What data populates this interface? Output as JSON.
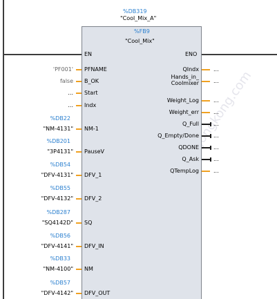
{
  "instance": {
    "db": "%DB319",
    "name": "\"Cool_Mix_A\""
  },
  "block": {
    "fb": "%FB9",
    "name": "\"Cool_Mix\""
  },
  "ports": {
    "en": "EN",
    "eno": "ENO"
  },
  "inputs": [
    {
      "pin": "PFNAME",
      "value": "'PF001'",
      "db": "",
      "style": "gray"
    },
    {
      "pin": "B_OK",
      "value": "false",
      "db": "",
      "style": "gray"
    },
    {
      "pin": "Start",
      "value": "...",
      "db": "",
      "style": "plain"
    },
    {
      "pin": "Indx",
      "value": "...",
      "db": "",
      "style": "plain"
    },
    {
      "pin": "NM-1",
      "value": "\"NM-4131\"",
      "db": "%DB22",
      "style": "plain"
    },
    {
      "pin": "PauseV",
      "value": "\"3P4131\"",
      "db": "%DB201",
      "style": "plain"
    },
    {
      "pin": "DFV_1",
      "value": "\"DFV-4131\"",
      "db": "%DB54",
      "style": "plain"
    },
    {
      "pin": "DFV_2",
      "value": "\"DFV-4132\"",
      "db": "%DB55",
      "style": "plain"
    },
    {
      "pin": "SQ",
      "value": "\"SQ4142D\"",
      "db": "%DB287",
      "style": "plain"
    },
    {
      "pin": "DFV_IN",
      "value": "\"DFV-4141\"",
      "db": "%DB56",
      "style": "plain"
    },
    {
      "pin": "NM",
      "value": "\"NM-4100\"",
      "db": "%DB33",
      "style": "plain"
    },
    {
      "pin": "DFV_OUT",
      "value": "\"DFV-4142\"",
      "db": "%DB57",
      "style": "plain"
    }
  ],
  "outputs": [
    {
      "pin": "QIndx",
      "value": "...",
      "kind": "orange"
    },
    {
      "pin": "Hands_in_",
      "pin2": "Coolmixer",
      "value": "...",
      "kind": "orange"
    },
    {
      "pin": "Weight_Log",
      "value": "...",
      "kind": "orange"
    },
    {
      "pin": "Weight_err",
      "value": "...",
      "kind": "orange"
    },
    {
      "pin": "Q_Full",
      "value": "...",
      "kind": "bool"
    },
    {
      "pin": "Q_Empty/Done",
      "value": "...",
      "kind": "bool"
    },
    {
      "pin": "QDONE",
      "value": "...",
      "kind": "bool"
    },
    {
      "pin": "Q_Ask",
      "value": "...",
      "kind": "bool"
    },
    {
      "pin": "QTempLog",
      "value": "...",
      "kind": "orange"
    }
  ],
  "watermark": "工业 技术 www.gongkong.com",
  "colors": {
    "accent_blue": "#2a7fcf",
    "pin_orange": "#f0a020",
    "block_fill": "#dfe3ea"
  }
}
